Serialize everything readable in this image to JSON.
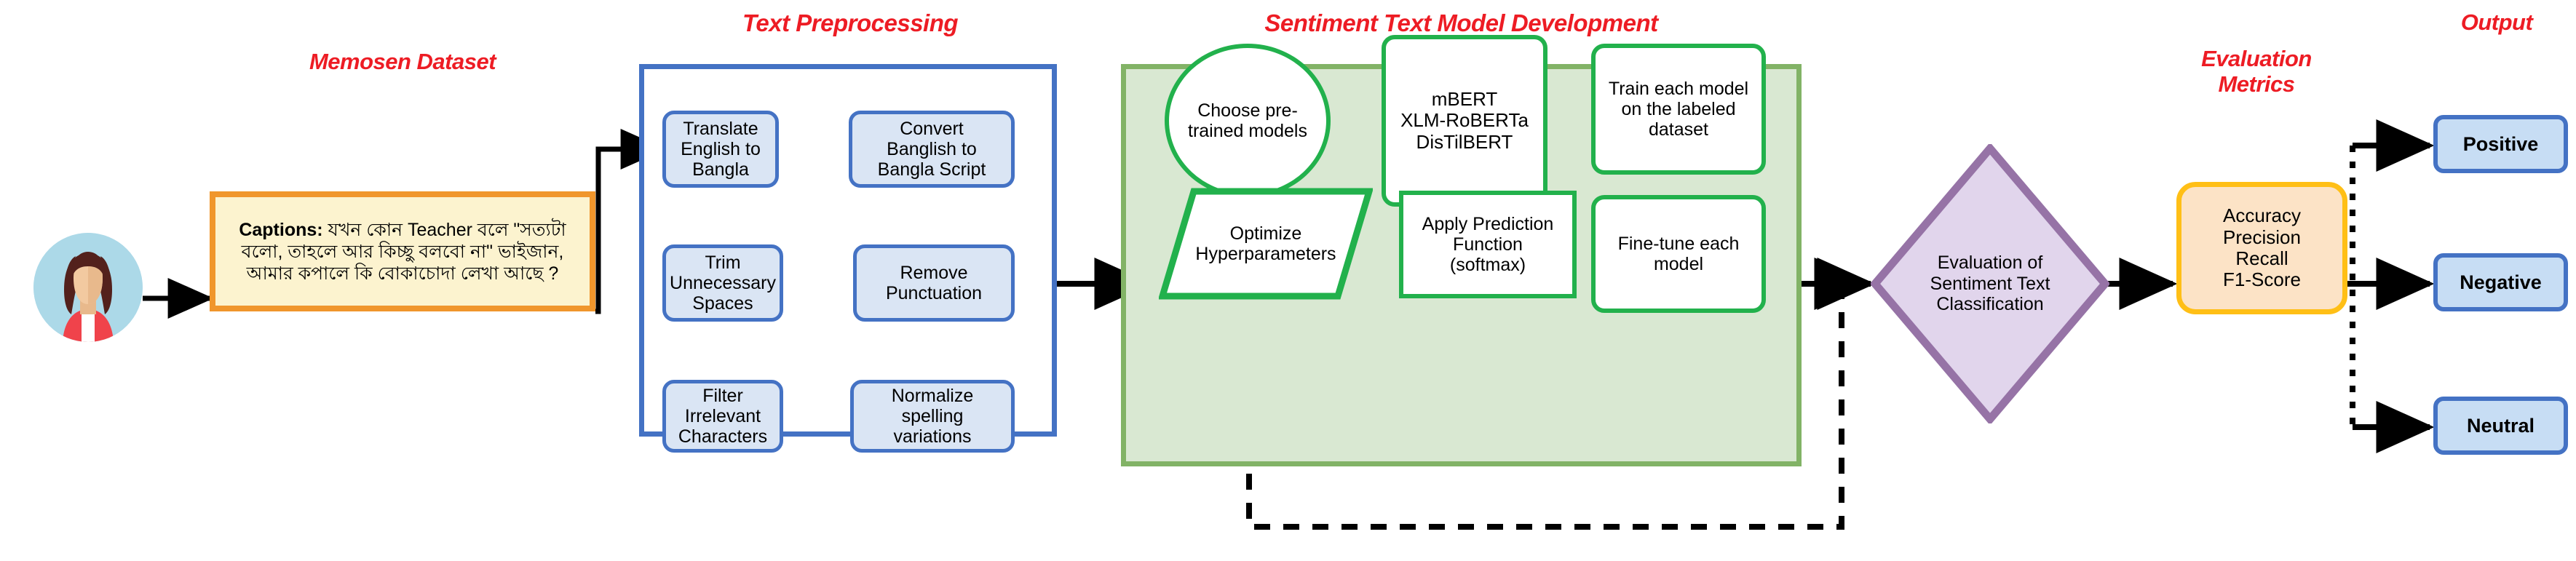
{
  "diagram": {
    "title": "Sentiment Text Classification Pipeline",
    "colors": {
      "section_title": "#ED1C24",
      "blue_border": "#4472C4",
      "blue_fill": "#DAE5F4",
      "green_border": "#22B14C",
      "green_panel_border": "#82B366",
      "green_panel_fill": "#D9E8D2",
      "orange_border": "#FFBF16",
      "orange_fill": "#FCE3C6",
      "dataset_border": "#F0962C",
      "dataset_fill": "#FCF3CF",
      "purple_border": "#9673A6",
      "purple_fill": "#E1D5EC",
      "output_fill": "#C7DDF4",
      "avatar_bg": "#ACD9E8",
      "arrow": "#000000"
    }
  },
  "sections": {
    "dataset": {
      "title": "Memosen Dataset",
      "caption_label": "Captions:",
      "caption_text": "যখন কোন Teacher বলে \"সত্যটা বলো, তাহলে আর কিচ্ছু বলবো না\"  ভাইজান, আমার কপালে কি বোকাচোদা লেখা আছে ?"
    },
    "preprocessing": {
      "title": "Text Preprocessing",
      "nodes": [
        {
          "id": "translate",
          "label": "Translate\nEnglish to\nBangla"
        },
        {
          "id": "convert",
          "label": "Convert\nBanglish to\nBangla Script"
        },
        {
          "id": "trim",
          "label": "Trim\nUnnecessary\nSpaces"
        },
        {
          "id": "punct",
          "label": "Remove\nPunctuation"
        },
        {
          "id": "filter",
          "label": "Filter Irrelevant\nCharacters"
        },
        {
          "id": "normalize",
          "label": "Normalize\nspelling\nvariations"
        }
      ]
    },
    "model_development": {
      "title": "Sentiment Text Model Development",
      "nodes": [
        {
          "id": "choose",
          "label": "Choose pre-\ntrained models",
          "shape": "ellipse"
        },
        {
          "id": "models",
          "label": "mBERT\nXLM-RoBERTa\nDisTilBERT",
          "shape": "rounded"
        },
        {
          "id": "train",
          "label": "Train each model\non the labeled\ndataset",
          "shape": "rounded"
        },
        {
          "id": "finetune",
          "label": "Fine-tune each\nmodel",
          "shape": "rounded"
        },
        {
          "id": "predict",
          "label": "Apply Prediction\nFunction\n(softmax)",
          "shape": "rect"
        },
        {
          "id": "optimize",
          "label": "Optimize\nHyperparameters",
          "shape": "parallelogram"
        }
      ]
    },
    "evaluation": {
      "decision_label": "Evaluation of\nSentiment Text\nClassification",
      "title": "Evaluation\nMetrics",
      "metrics": [
        "Accuracy",
        "Precision",
        "Recall",
        "F1-Score"
      ],
      "metrics_text": "Accuracy\nPrecision\nRecall\nF1-Score"
    },
    "output": {
      "title": "Output",
      "classes": [
        {
          "id": "positive",
          "label": "Positive"
        },
        {
          "id": "negative",
          "label": "Negative"
        },
        {
          "id": "neutral",
          "label": "Neutral"
        }
      ]
    }
  }
}
